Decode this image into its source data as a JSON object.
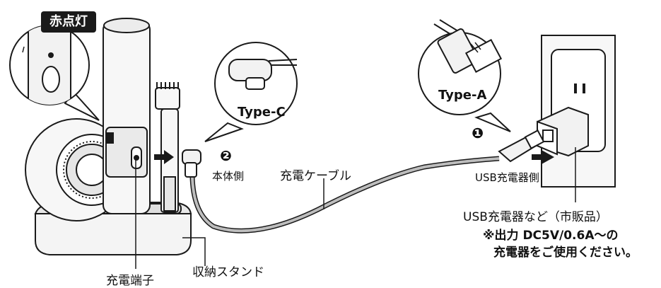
{
  "labels": {
    "red_light": "赤点灯",
    "type_c": "Type-C",
    "type_a": "Type-A",
    "step_1": "❶",
    "step_2": "❷",
    "body_side": "本体側",
    "charge_cable": "充電ケーブル",
    "usb_charger_side": "USB充電器側",
    "usb_charger_commercial": "USB充電器など（市販品）",
    "note_line1": "※出力 DC5V/0.6A～の",
    "note_line2": "充電器をご使用ください。",
    "charge_terminal": "充電端子",
    "storage_stand": "収納スタンド"
  },
  "icons": [
    "hair-dryer-icon",
    "cleaner-body-icon",
    "brush-attachment-icon",
    "storage-stand-icon",
    "type-c-plug-icon",
    "type-a-plug-icon",
    "wall-outlet-icon",
    "usb-adapter-icon",
    "insert-arrow-icon"
  ],
  "colors": {
    "line": "#1a1a1a",
    "fill_light": "#f2f2f2",
    "cable": "#bbbbbb",
    "stand": "#eeeeee"
  }
}
